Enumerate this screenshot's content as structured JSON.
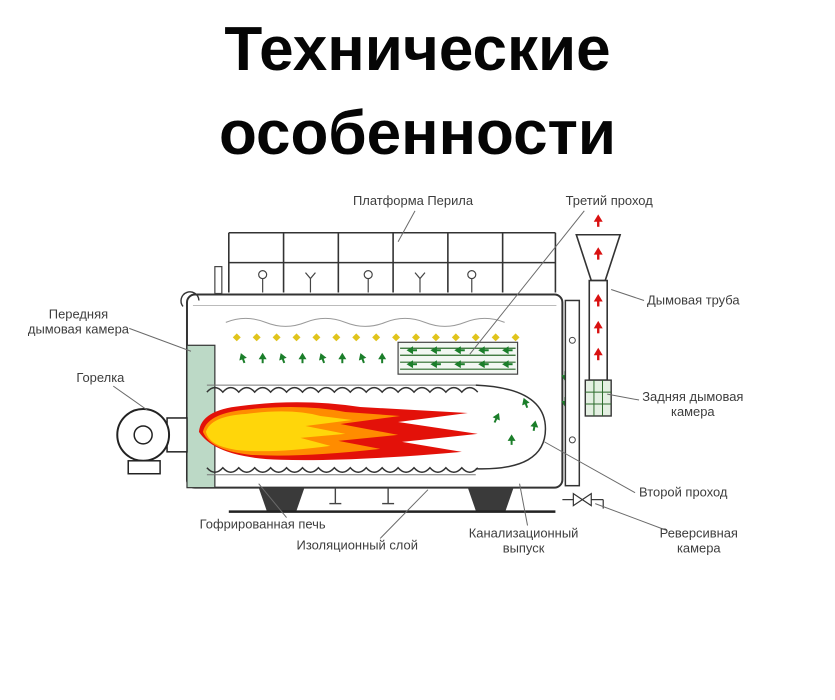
{
  "title": {
    "line1": "Технические",
    "line2": "особенности"
  },
  "diagram": {
    "labels": {
      "platform": "Платформа Перила",
      "third_pass": "Третий проход",
      "front_smoke_chamber_line1": "Передняя",
      "front_smoke_chamber_line2": "дымовая камера",
      "burner": "Горелка",
      "chimney": "Дымовая труба",
      "rear_smoke_chamber_line1": "Задняя дымовая",
      "rear_smoke_chamber_line2": "камера",
      "second_pass": "Второй проход",
      "corrugated_furnace": "Гофрированная печь",
      "insulation_layer": "Изоляционный слой",
      "sewer_outlet_line1": "Канализационный",
      "sewer_outlet_line2": "выпуск",
      "reversing_chamber_line1": "Реверсивная",
      "reversing_chamber_line2": "камера"
    },
    "colors": {
      "flame_outer": "#e31109",
      "flame_mid": "#ff8c00",
      "flame_core": "#ffd60a",
      "front_plate": "#bcd9c6",
      "arrow_green": "#1b7e2a",
      "arrow_yellow": "#e0c41c",
      "arrow_red": "#d91111",
      "outline": "#333333",
      "label_text": "#3d3d3d"
    }
  }
}
